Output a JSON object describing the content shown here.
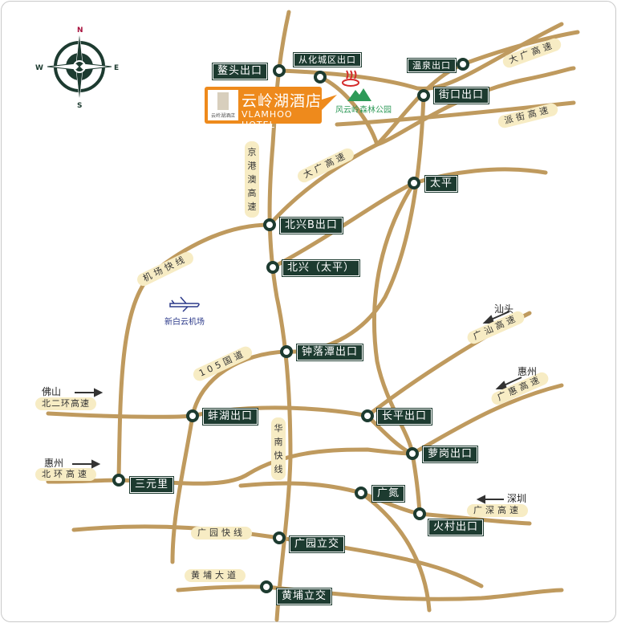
{
  "compass": {
    "n": "N",
    "s": "S",
    "e": "E",
    "w": "W"
  },
  "hotel": {
    "name": "云岭湖酒店",
    "name_en": "VLAMHOO HOTEL",
    "logo_text": "云岭湖酒店"
  },
  "park": "风云岭森林公园",
  "airport": "新白云机场",
  "exits": {
    "aotou": "鳌头出口",
    "conghua": "从化城区出口",
    "wenquan": "温泉出口",
    "jiekou": "街口出口",
    "taiping": "太平",
    "beixing_b": "北兴B出口",
    "beixing_tp": "北兴（太平）",
    "zhongluotan": "钟落潭出口",
    "banghu": "蚌湖出口",
    "changping": "长平出口",
    "luogang": "萝岗出口",
    "sanyuanli": "三元里",
    "guangdan": "广氮",
    "huocun": "火村出口",
    "guangyuan": "广园立交",
    "huangpu": "黄埔立交"
  },
  "roads": {
    "daguang_top": "大广高速",
    "paijie": "派街高速",
    "daguang_mid": "大广高速",
    "jinggangao": "京港澳高速",
    "jichang": "机场快线",
    "g105": "105国道",
    "huanan": "华南快线",
    "beierhuan": "北二环高速",
    "beihuan": "北环高速",
    "guangyuan": "广园快线",
    "huangpu": "黄埔大道",
    "guangshan": "广汕高速",
    "guanghui": "广惠高速",
    "guangshen": "广深高速"
  },
  "cities": {
    "foshan": "佛山",
    "huizhou_w": "惠州",
    "shantou": "汕头",
    "huizhou_e": "惠州",
    "shenzhen": "深圳"
  },
  "colors": {
    "road": "#bf9a5e",
    "exit_bg": "#1d3b30",
    "label_bg": "#f7ecc4",
    "hotel": "#ee8a1c",
    "park": "#2e9a58"
  }
}
